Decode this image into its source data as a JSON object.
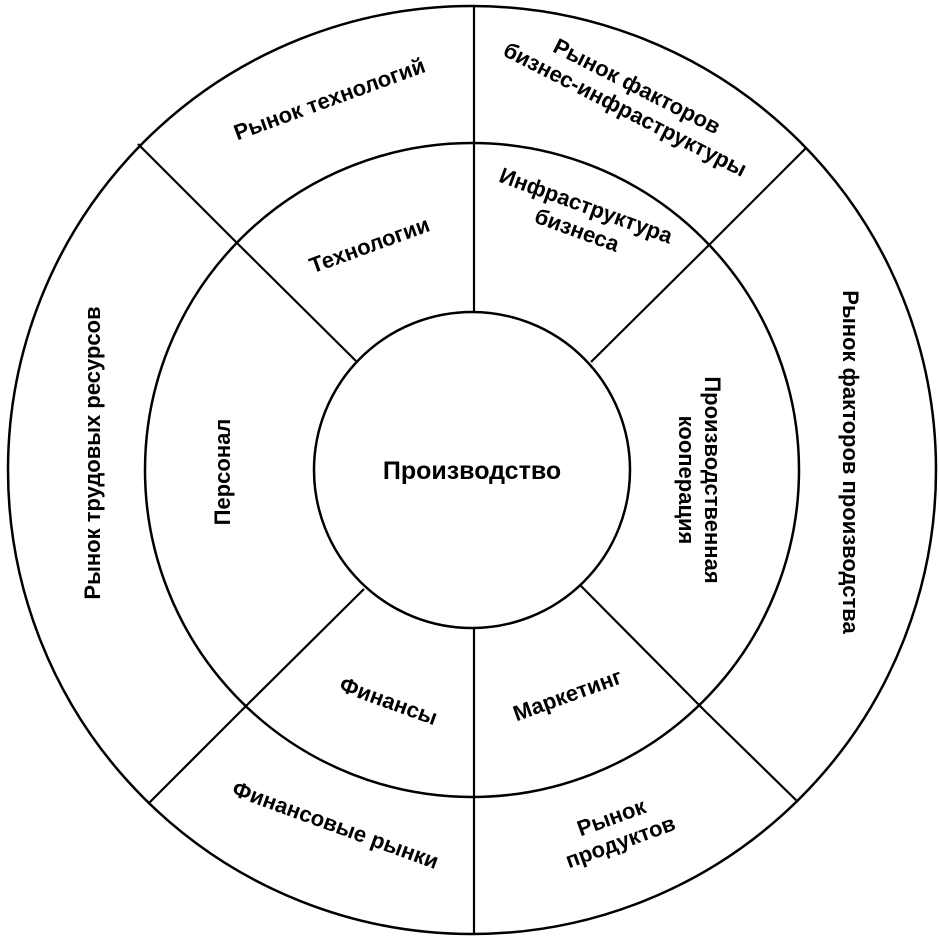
{
  "center": "Производство",
  "inner": {
    "technologies": "Технологии",
    "infrastructure_line1": "Инфраструктура",
    "infrastructure_line2": "бизнеса",
    "coop_line1": "Производственная",
    "coop_line2": "кооперация",
    "marketing": "Маркетинг",
    "finance": "Финансы",
    "personnel": "Персонал"
  },
  "outer": {
    "tech_market": "Рынок технологий",
    "infra_market_line1": "Рынок факторов",
    "infra_market_line2": "бизнес-инфраструктуры",
    "production_factors_market": "Рынок факторов производства",
    "product_market_line1": "Рынок",
    "product_market_line2": "продуктов",
    "financial_markets": "Финансовые рынки",
    "labor_market": "Рынок трудовых ресурсов"
  }
}
